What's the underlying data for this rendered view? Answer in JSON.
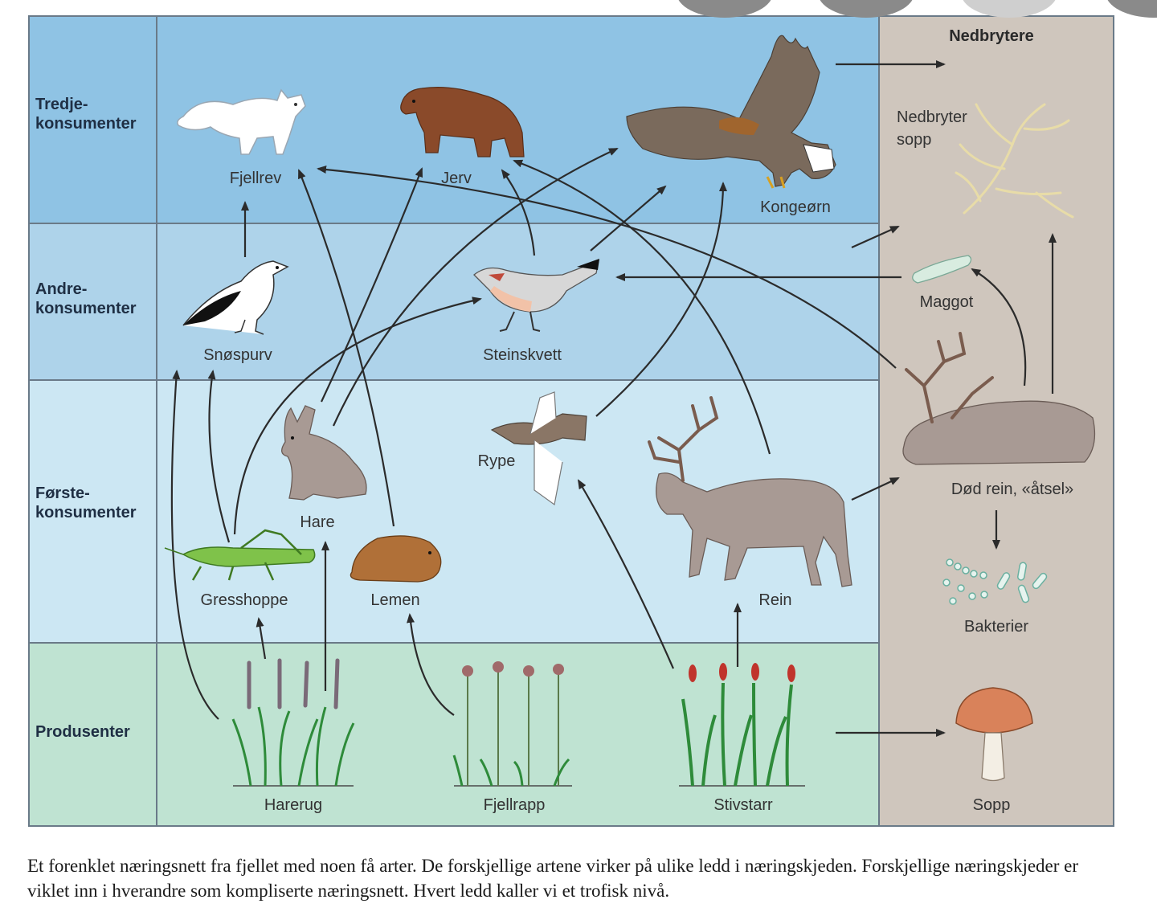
{
  "levels": {
    "tertiary": [
      "Tredje-",
      "konsumenter"
    ],
    "secondary": [
      "Andre-",
      "konsumenter"
    ],
    "primary": [
      "Første-",
      "konsumenter"
    ],
    "producers": "Produsenter"
  },
  "decomposers": {
    "heading": "Nedbrytere",
    "fungus": [
      "Nedbryter",
      "sopp"
    ],
    "maggot": "Maggot",
    "carcass": "Død rein, «åtsel»",
    "bacteria": "Bakterier",
    "mushroom": "Sopp"
  },
  "species": {
    "arctic_fox": "Fjellrev",
    "wolverine": "Jerv",
    "golden_eagle": "Kongeørn",
    "snow_bunting": "Snøspurv",
    "wheatear": "Steinskvett",
    "ptarmigan": "Rype",
    "hare": "Hare",
    "grasshopper": "Gresshoppe",
    "lemming": "Lemen",
    "reindeer": "Rein",
    "harerug": "Harerug",
    "fjellrapp": "Fjellrapp",
    "stivstarr": "Stivstarr"
  },
  "caption": "Et forenklet næringsnett fra fjellet med noen få arter. De forskjellige artene virker på ulike ledd i næringskjeden. Forskjellige næringskjeder er viklet inn i hverandre som kompliserte næringsnett. Hvert ledd kaller vi et trofisk nivå.",
  "colors": {
    "tertiary_band": "#8fc3e4",
    "secondary_band": "#aed3ea",
    "primary_band": "#cce7f3",
    "producer_band": "#bfe3d2",
    "decomposer_panel": "#cfc6bd"
  }
}
